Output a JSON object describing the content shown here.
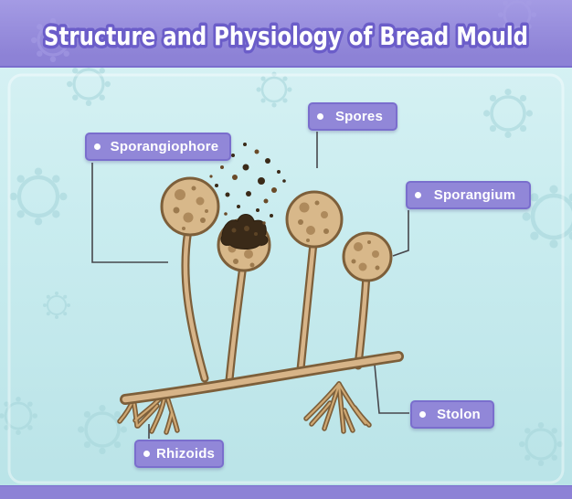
{
  "title": "Structure and Physiology of Bread Mould",
  "labels": {
    "spores": "Spores",
    "sporangiophore": "Sporangiophore",
    "sporangium": "Sporangium",
    "stolon": "Stolon",
    "rhizoids": "Rhizoids"
  },
  "colors": {
    "banner_purple": "#8d82d6",
    "label_purple": "#9187d8",
    "label_border": "#7a6ecd",
    "background_teal": "#c9ecef",
    "mould_tan": "#d7b488",
    "mould_outline": "#7d5f3a",
    "spore_dark_brown": "#3a2a18",
    "label_text_white": "#ffffff"
  }
}
